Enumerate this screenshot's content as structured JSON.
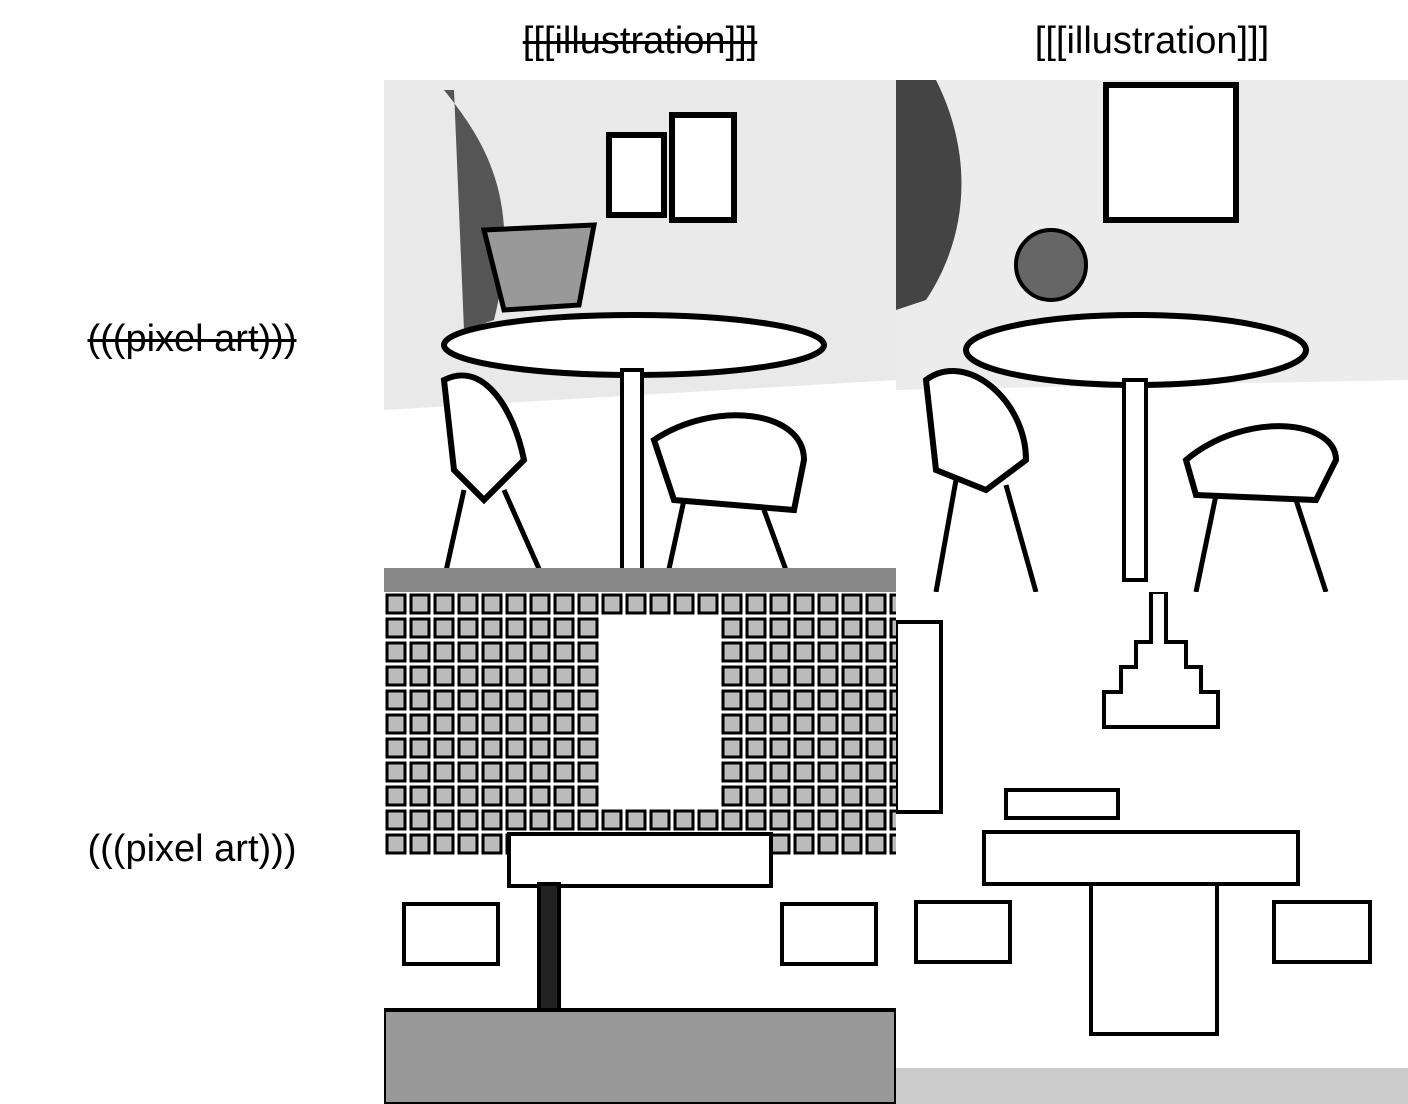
{
  "columns": [
    {
      "label": "[[[illustration]]]",
      "struck": true
    },
    {
      "label": "[[[illustration]]]",
      "struck": false
    }
  ],
  "rows": [
    {
      "label": "(((pixel art)))",
      "struck": true
    },
    {
      "label": "(((pixel art)))",
      "struck": false
    }
  ],
  "cells": [
    {
      "row": 0,
      "col": 0,
      "subject": "cafe table with two shell chairs, framed pictures on wall, line-art style"
    },
    {
      "row": 0,
      "col": 1,
      "subject": "round cafe table with two shell chairs and flower vase, line-art style"
    },
    {
      "row": 1,
      "col": 0,
      "subject": "pixel-art tiled wall with table and counters"
    },
    {
      "row": 1,
      "col": 1,
      "subject": "pixel-art simplified table with stepped lamp"
    }
  ]
}
